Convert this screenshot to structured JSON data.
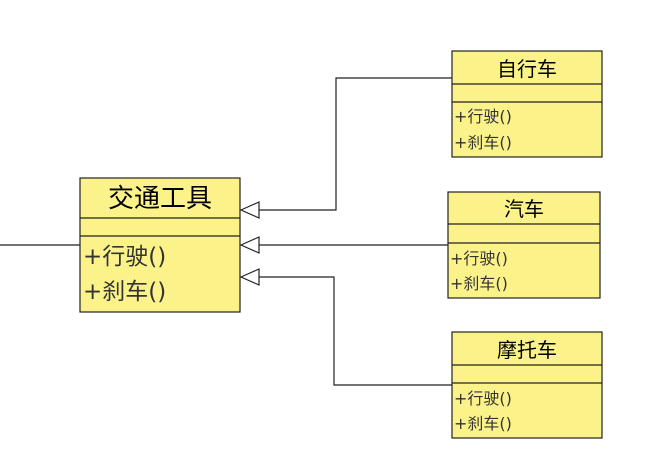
{
  "classes": {
    "parent": {
      "name": "交通工具",
      "op1": "+行驶()",
      "op2": "+刹车()"
    },
    "bicycle": {
      "name": "自行车",
      "op1": "+行驶()",
      "op2": "+刹车()"
    },
    "car": {
      "name": "汽车",
      "op1": "+行驶()",
      "op2": "+刹车()"
    },
    "motorcycle": {
      "name": "摩托车",
      "op1": "+行驶()",
      "op2": "+刹车()"
    }
  },
  "colors": {
    "class_fill": "#fbf38a",
    "line": "#222222"
  }
}
